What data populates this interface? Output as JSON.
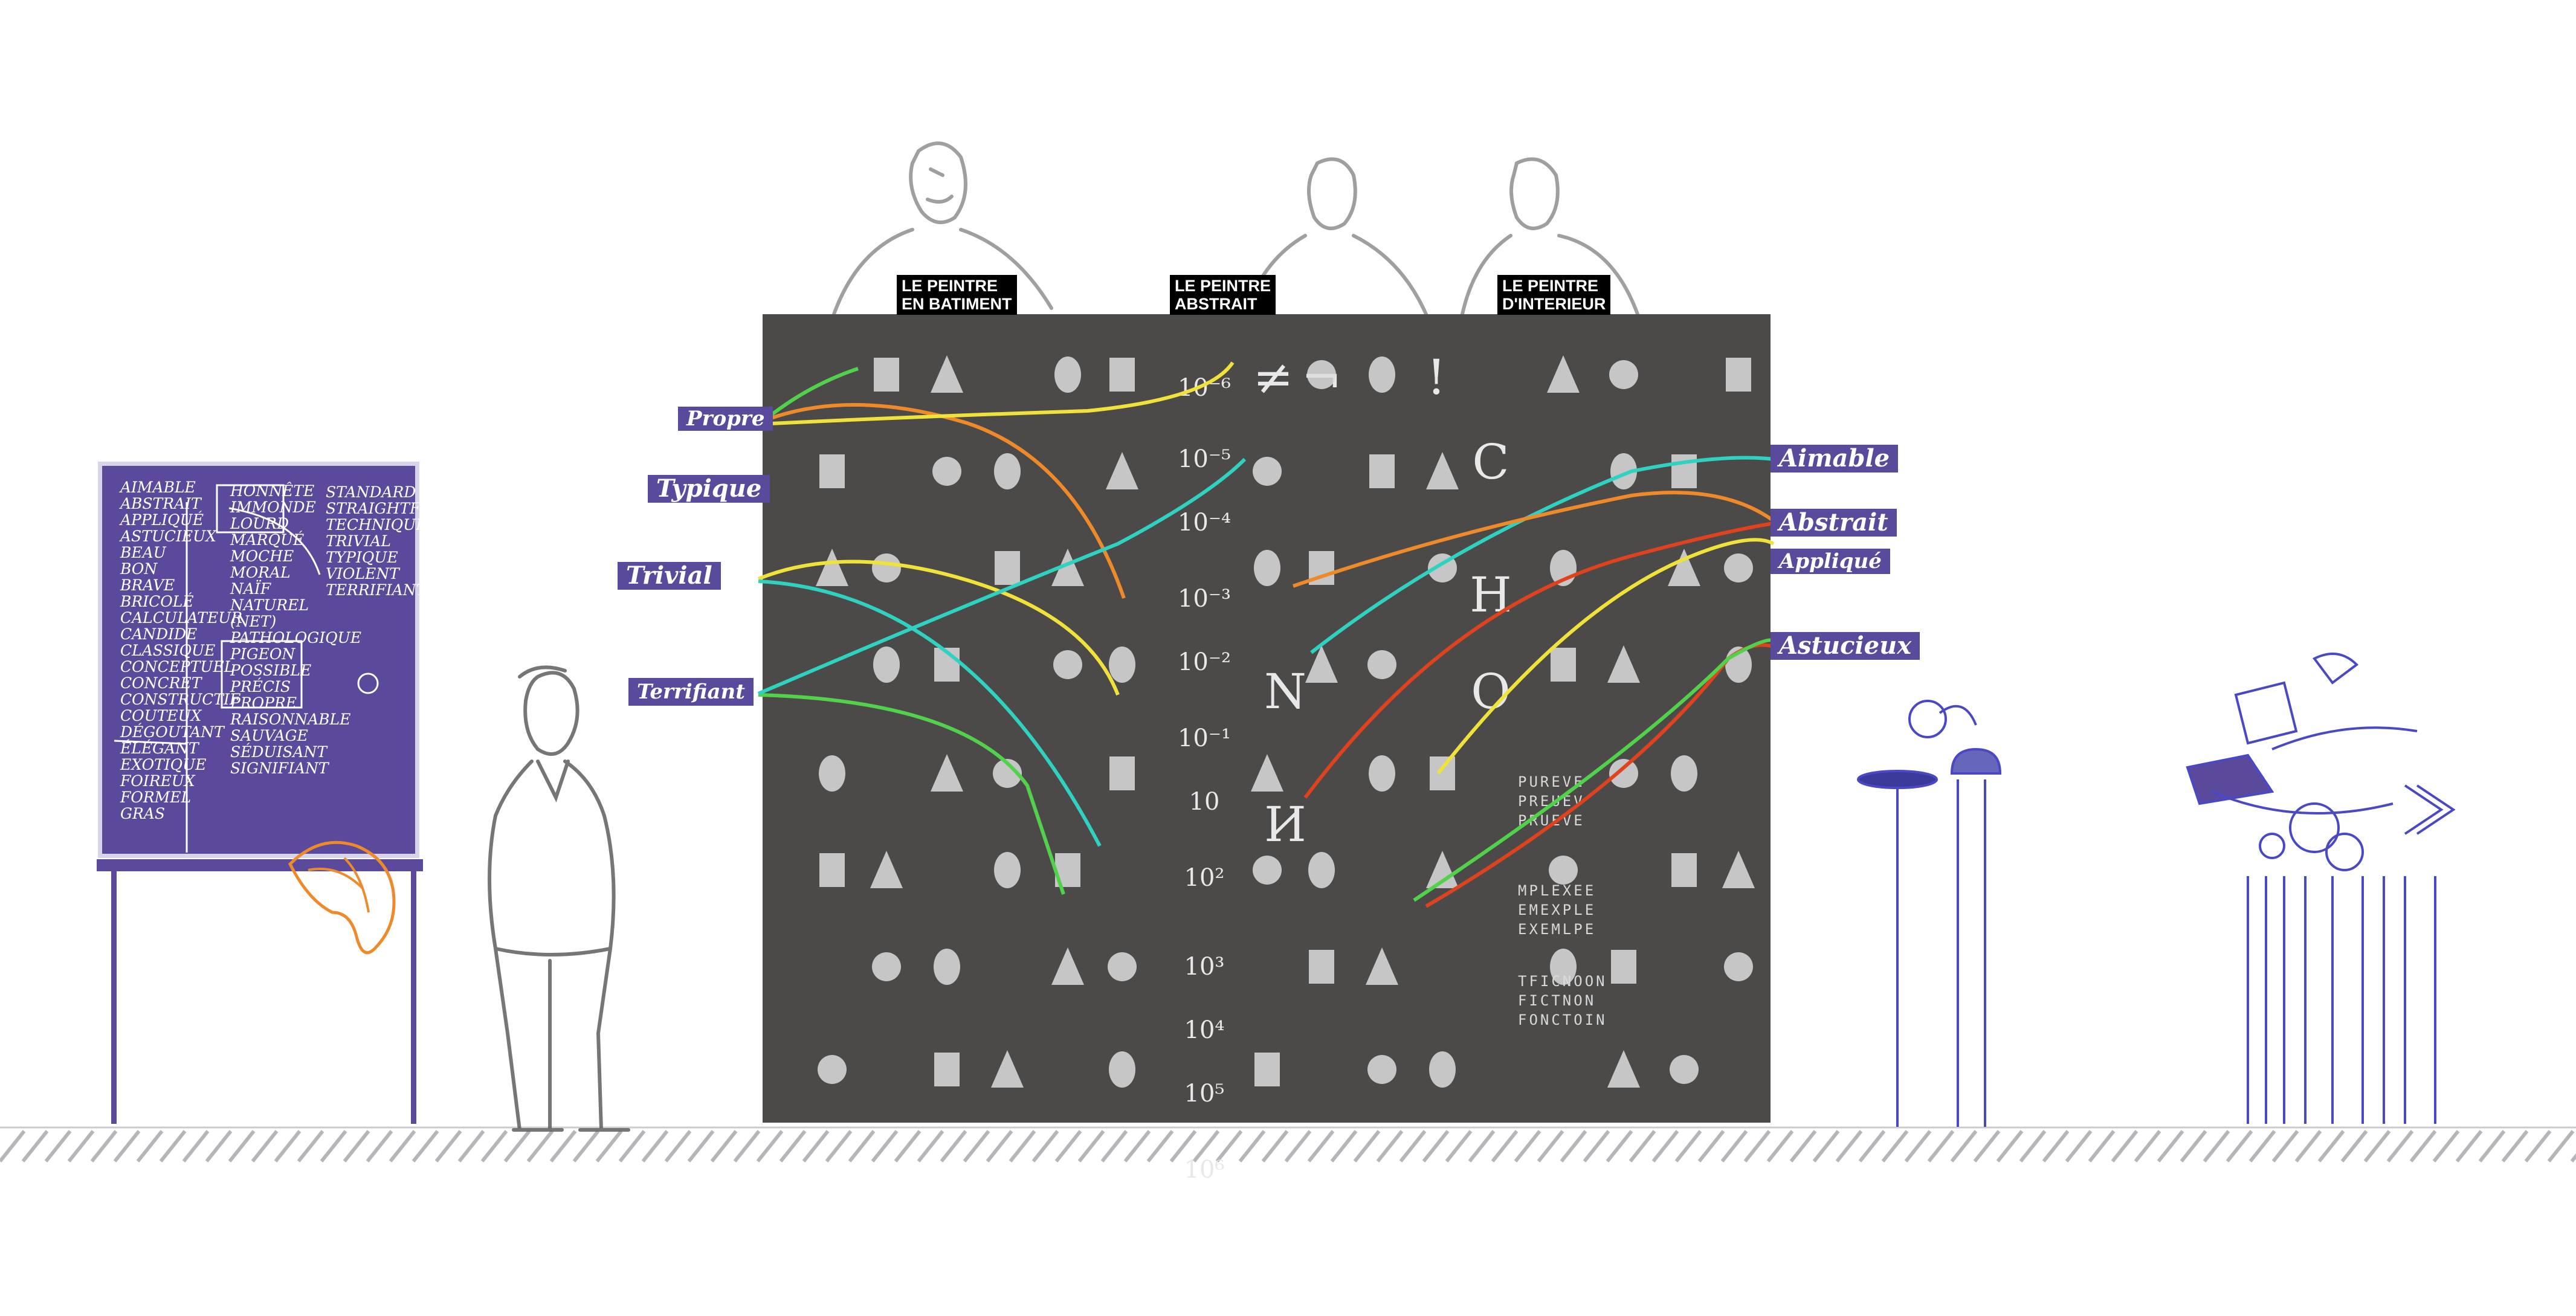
{
  "top_labels": [
    {
      "text": "LE PEINTRE\nEN BATIMENT"
    },
    {
      "text": "LE PEINTRE\nABSTRAIT"
    },
    {
      "text": "LE PEINTRE\nD'INTERIEUR"
    }
  ],
  "left_labels": [
    {
      "text": "Propre"
    },
    {
      "text": "Typique"
    },
    {
      "text": "Trivial"
    },
    {
      "text": "Terrifiant"
    }
  ],
  "right_labels": [
    {
      "text": "Aimable"
    },
    {
      "text": "Abstrait"
    },
    {
      "text": "Appliqué"
    },
    {
      "text": "Astucieux"
    }
  ],
  "board": {
    "col1": [
      "AIMABLE",
      "ABSTRAIT",
      "APPLIQUÉ",
      "ASTUCIEUX",
      "BEAU",
      "BON",
      "BRAVE",
      "BRICOLÉ",
      "CALCULATEUR",
      "CANDIDE",
      "CLASSIQUE",
      "CONCEPTUEL",
      "CONCRET",
      "CONSTRUCTIF",
      "COUTEUX",
      "DÉGOUTANT",
      "ÉLÉGANT",
      "EXOTIQUE",
      "FOIREUX",
      "FORMEL",
      "GRAS"
    ],
    "col2": [
      "HONNÊTE",
      "IMMONDE",
      "LOURD",
      "MARQUÉ",
      "MOCHE",
      "MORAL",
      "NAÏF",
      "NATUREL",
      "(NET)",
      "PATHOLOGIQUE",
      "PIGEON",
      "POSSIBLE",
      "PRÉCIS",
      "PROPRE",
      "RAISONNABLE",
      "SAUVAGE",
      "SÉDUISANT",
      "SIGNIFIANT"
    ],
    "col3": [
      "STANDARD",
      "STRAIGHTFORWARD",
      "TECHNIQUE",
      "TRIVIAL",
      "TYPIQUE",
      "VIOLENT",
      "TERRIFIANT"
    ]
  },
  "powers": [
    "10⁻⁶",
    "10⁻⁵",
    "10⁻⁴",
    "10⁻³",
    "10⁻²",
    "10⁻¹",
    "10",
    "10²",
    "10³",
    "10⁴",
    "10⁵",
    "10⁶"
  ],
  "wall_glyphs": [
    "≠",
    "¬",
    "!",
    "C",
    "H",
    "N",
    "O",
    "И"
  ],
  "word_variants": [
    [
      "PUREVE",
      "PREUEV",
      "PRUEVE"
    ],
    [
      "MPLEXEE",
      "EMEXPLE",
      "EXEMLPE"
    ],
    [
      "TFICNOON",
      "FICTNON",
      "FONCTOIN"
    ]
  ],
  "colors": {
    "purple": "#5a4a9c",
    "wall": "#4b4a49",
    "orange": "#ee8a2a",
    "yellow": "#f0e23a",
    "teal": "#2fd2c0",
    "green": "#52d24a",
    "red": "#e0421e"
  }
}
